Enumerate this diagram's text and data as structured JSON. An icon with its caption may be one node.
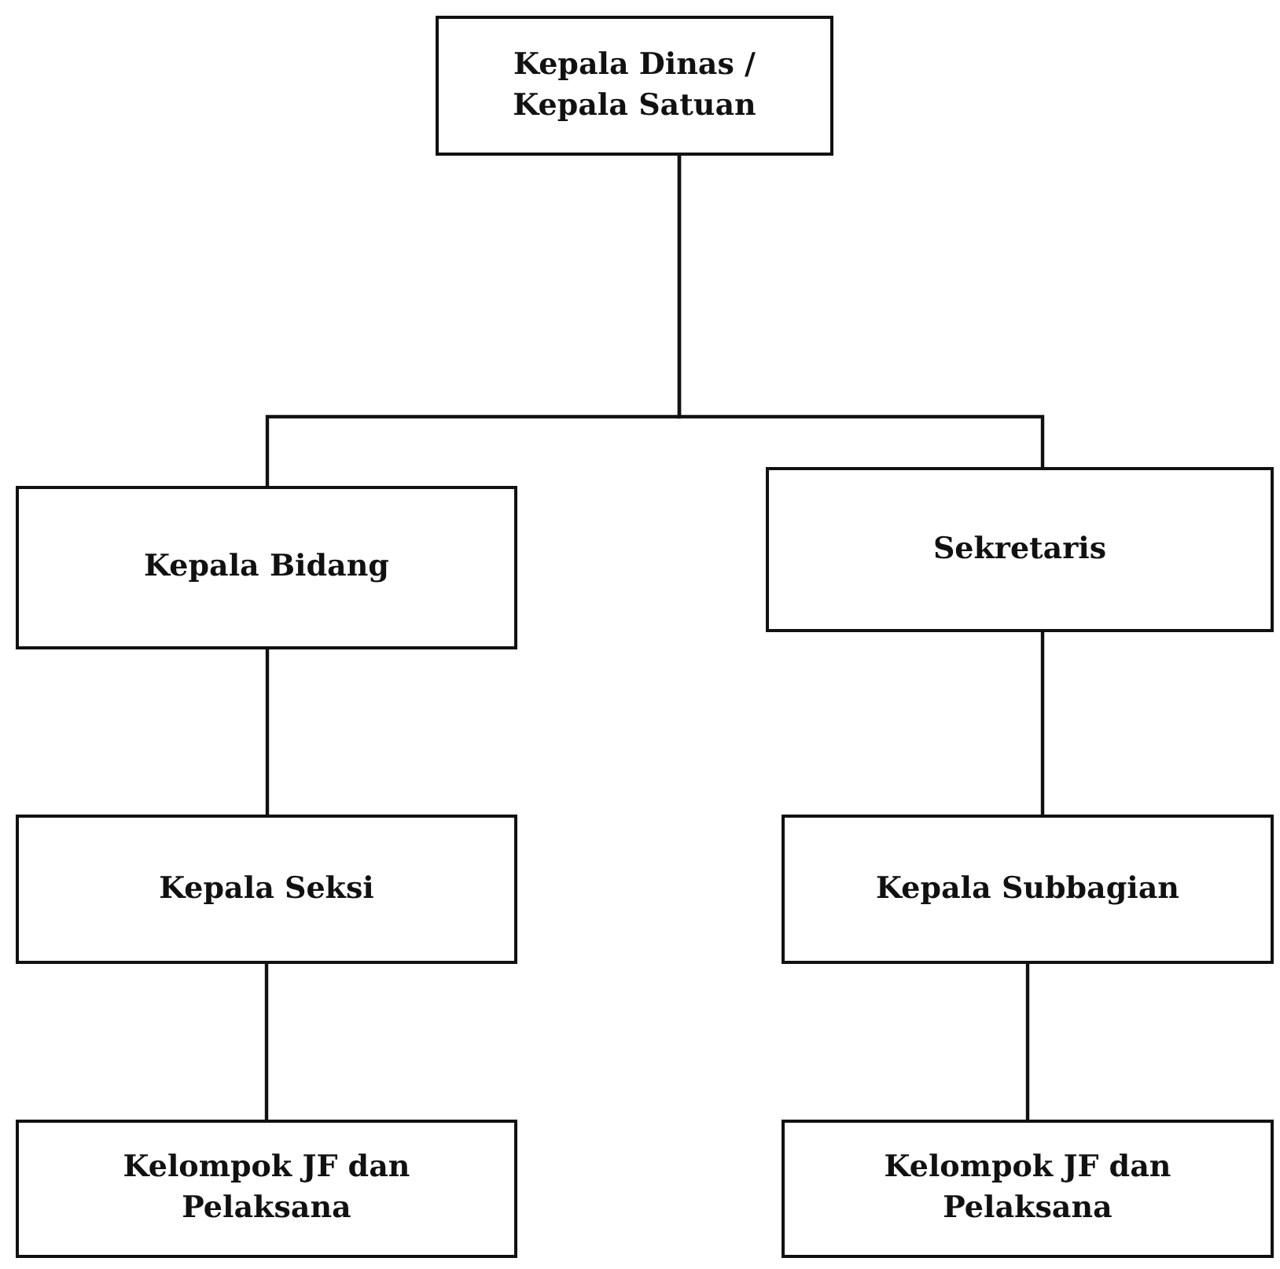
{
  "diagram": {
    "nodes": [
      {
        "text": [
          "Kepala Dinas / Kepala Satuan"
        ]
      },
      {
        "text": [
          "Kepala Bidang"
        ]
      },
      {
        "text": [
          "Sekretaris"
        ]
      },
      {
        "text": [
          "Kepala Seksi"
        ]
      },
      {
        "text": [
          "Kepala Subbagian"
        ]
      },
      {
        "text": [
          "Kelompok JF dan Pelaksana"
        ]
      },
      {
        "text": [
          "Kelompok JF dan Pelaksana"
        ]
      }
    ],
    "edges": [
      {
        "from": 0,
        "to": 1,
        "arrow": "none"
      },
      {
        "from": 0,
        "to": 2,
        "arrow": "none"
      },
      {
        "from": 1,
        "to": 3,
        "arrow": "none"
      },
      {
        "from": 2,
        "to": 4,
        "arrow": "none"
      },
      {
        "from": 3,
        "to": 5,
        "arrow": "none"
      },
      {
        "from": 4,
        "to": 6,
        "arrow": "none"
      }
    ]
  }
}
